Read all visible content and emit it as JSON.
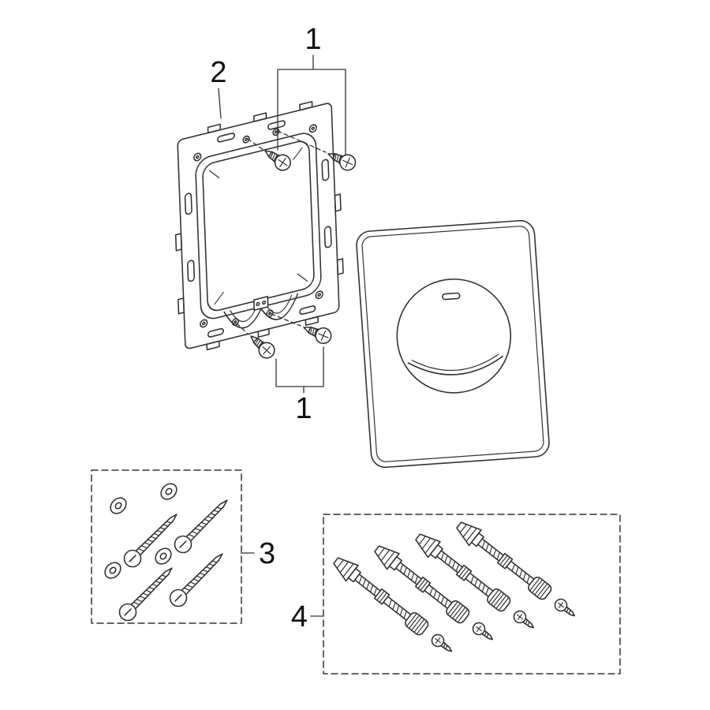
{
  "diagram": {
    "bg_color": "#ffffff",
    "line_color": "#333333",
    "label_color": "#111111"
  },
  "callouts": {
    "top_screws": "1",
    "mounting_frame": "2",
    "bottom_screws": "1",
    "screw_washer_kit": "3",
    "spindle_kit": "4"
  },
  "parts": [
    {
      "ref": "1",
      "name": "fixing-screw-pair-top"
    },
    {
      "ref": "2",
      "name": "mounting-frame"
    },
    {
      "ref": "1",
      "name": "fixing-screw-pair-bottom"
    },
    {
      "ref": "3",
      "name": "screw-and-washer-kit"
    },
    {
      "ref": "4",
      "name": "threaded-spindle-kit"
    },
    {
      "ref": "",
      "name": "flush-actuation-plate"
    }
  ]
}
